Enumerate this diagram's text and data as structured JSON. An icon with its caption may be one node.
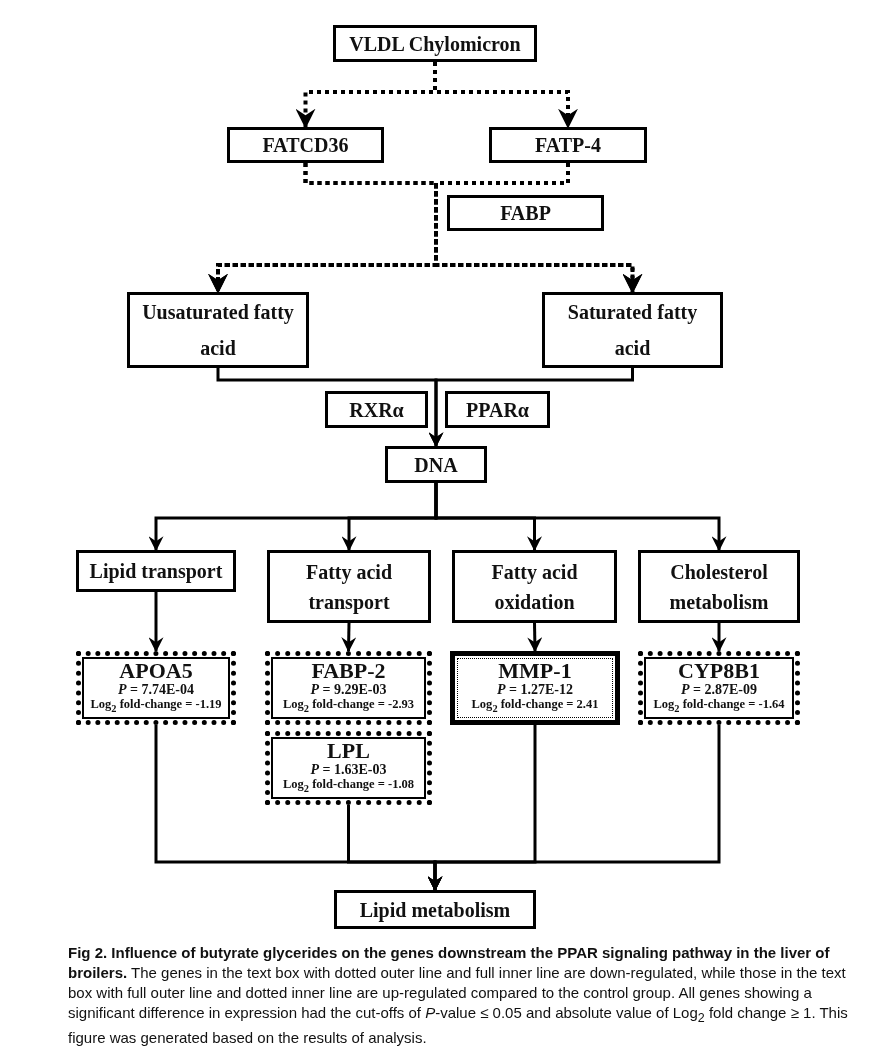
{
  "diagram": {
    "caption": "**Fig 2. Influence of butyrate glycerides on the genes downstream the PPAR signaling pathway in the liver of broilers.** The genes in the text box with dotted outer line and full inner line are down-regulated, while those in the text box with full outer line and dotted inner line are up-regulated compared to the control group. All genes showing a significant difference in expression had the cut-offs of *P*-value ≤ 0.05 and absolute value of Log$_{2}$ fold change ≥ 1. This figure was generated based on the results of analysis.",
    "nodes": [
      {
        "text": [
          "VLDL Chylomicron"
        ]
      },
      {
        "text": [
          "FATCD36"
        ]
      },
      {
        "text": [
          "FATP-4"
        ]
      },
      {
        "text": [
          "FABP"
        ]
      },
      {
        "text": [
          "Uusaturated fatty acid"
        ]
      },
      {
        "text": [
          "Saturated fatty acid"
        ]
      },
      {
        "text": [
          "RXRα"
        ]
      },
      {
        "text": [
          "PPARα"
        ]
      },
      {
        "text": [
          "DNA"
        ]
      },
      {
        "text": [
          "Lipid transport"
        ]
      },
      {
        "text": [
          "Fatty acid transport"
        ]
      },
      {
        "text": [
          "Fatty acid oxidation"
        ]
      },
      {
        "text": [
          "Cholesterol metabolism"
        ]
      },
      {
        "text": [
          "APOA5",
          "*P* = 7.74E-04",
          "Log$_{2}$ fold-change = -1.19"
        ]
      },
      {
        "text": [
          "FABP-2",
          "*P* = 9.29E-03",
          "Log$_{2}$ fold-change = -2.93"
        ]
      },
      {
        "text": [
          "LPL",
          "*P* = 1.63E-03",
          "Log$_{2}$ fold-change = -1.08"
        ]
      },
      {
        "text": [
          "MMP-1",
          "*P* = 1.27E-12",
          "Log$_{2}$ fold-change = 2.41"
        ]
      },
      {
        "text": [
          "CYP8B1",
          "*P* = 2.87E-09",
          "Log$_{2}$ fold-change = -1.64"
        ]
      },
      {
        "text": [
          "Lipid metabolism"
        ]
      }
    ],
    "edges": [
      {
        "from": 0,
        "to": 1,
        "arrow": "to",
        "style": "dashed"
      },
      {
        "from": 0,
        "to": 2,
        "arrow": "to",
        "style": "dashed"
      },
      {
        "from": 1,
        "to": 4,
        "arrow": "to",
        "style": "dashed"
      },
      {
        "from": 1,
        "to": 5,
        "arrow": "to",
        "style": "dashed"
      },
      {
        "from": 2,
        "to": 4,
        "arrow": "to",
        "style": "dashed"
      },
      {
        "from": 2,
        "to": 5,
        "arrow": "to",
        "style": "dashed"
      },
      {
        "from": 4,
        "to": 8,
        "arrow": "to"
      },
      {
        "from": 5,
        "to": 8,
        "arrow": "to"
      },
      {
        "from": 8,
        "to": 9,
        "arrow": "to"
      },
      {
        "from": 8,
        "to": 10,
        "arrow": "to"
      },
      {
        "from": 8,
        "to": 11,
        "arrow": "to"
      },
      {
        "from": 8,
        "to": 12,
        "arrow": "to"
      },
      {
        "from": 9,
        "to": 13,
        "arrow": "to"
      },
      {
        "from": 10,
        "to": 14,
        "arrow": "to"
      },
      {
        "from": 11,
        "to": 16,
        "arrow": "to"
      },
      {
        "from": 12,
        "to": 17,
        "arrow": "to"
      },
      {
        "from": 13,
        "to": 18,
        "arrow": "to"
      },
      {
        "from": 15,
        "to": 18,
        "arrow": "to"
      },
      {
        "from": 16,
        "to": 18,
        "arrow": "to"
      },
      {
        "from": 17,
        "to": 18,
        "arrow": "to"
      }
    ]
  }
}
